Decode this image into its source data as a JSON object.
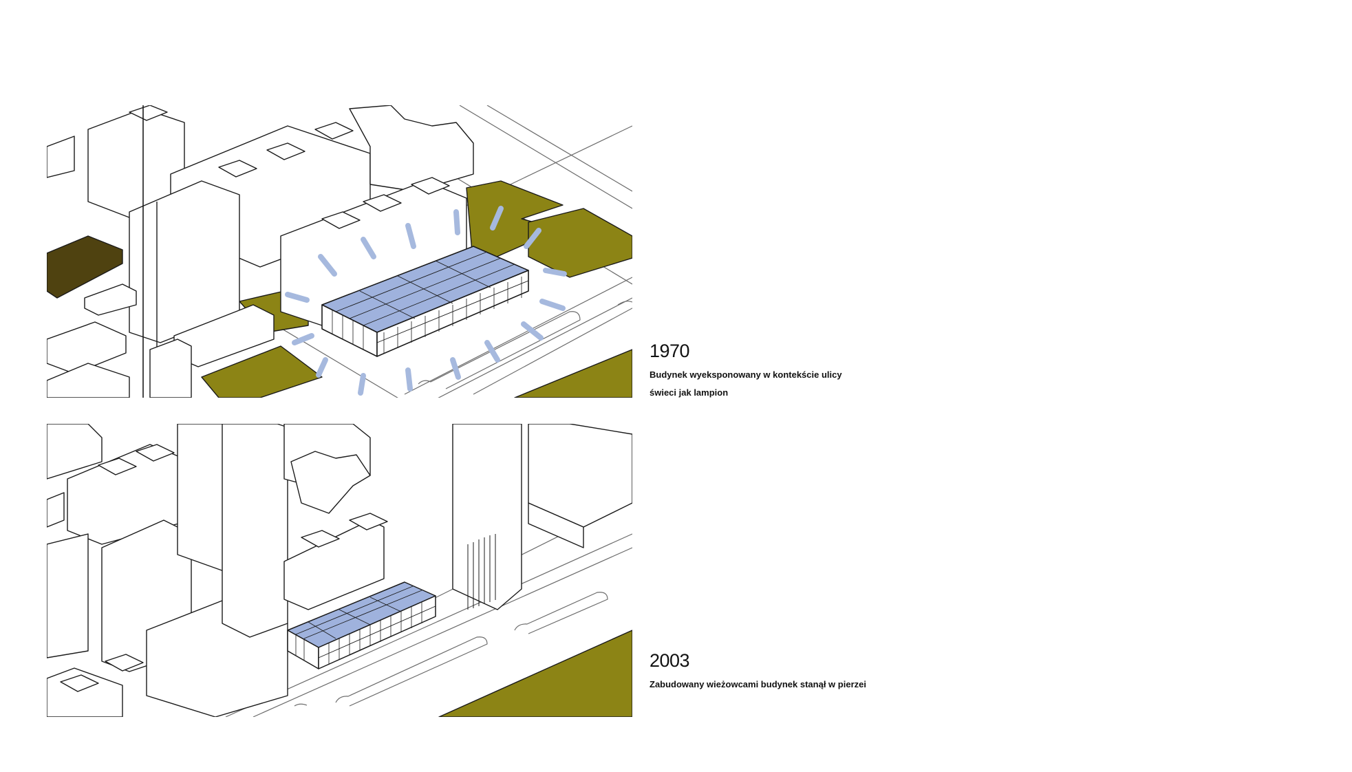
{
  "colors": {
    "green_area": "#8c8415",
    "dark_area": "#4f4210",
    "glass": "#9fb2dd",
    "glow": "#a6b9de",
    "stroke": "#1a1a1a",
    "building_fill": "#ffffff"
  },
  "panels": [
    {
      "year": "1970",
      "description": "Budynek wyeksponowany w kontekście ulicy świeci jak lampion"
    },
    {
      "year": "2003",
      "description": "Zabudowany wieżowcami budynek stanął w pierzei"
    }
  ]
}
